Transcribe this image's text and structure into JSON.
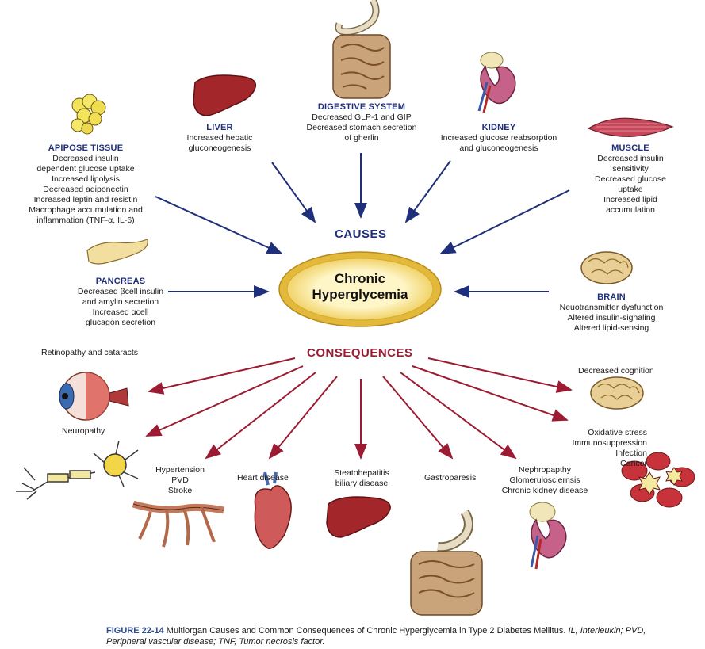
{
  "center": {
    "line1": "Chronic",
    "line2": "Hyperglycemia"
  },
  "causes_heading": "CAUSES",
  "consequences_heading": "CONSEQUENCES",
  "causes": {
    "adipose": {
      "title": "APIPOSE TISSUE",
      "lines": [
        "Decreased insulin",
        "dependent glucose uptake",
        "Increased lipolysis",
        "Decreased adiponectin",
        "Increased leptin and resistin",
        "Macrophage accumulation and",
        "inflammation (TNF-α, IL-6)"
      ]
    },
    "liver": {
      "title": "LIVER",
      "lines": [
        "Increased hepatic",
        "gluconeogenesis"
      ]
    },
    "digestive": {
      "title": "DIGESTIVE SYSTEM",
      "lines": [
        "Decreased GLP-1 and GIP",
        "Decreased stomach secretion",
        "of gherlin"
      ]
    },
    "kidney": {
      "title": "KIDNEY",
      "lines": [
        "Increased glucose reabsorption",
        "and gluconeogenesis"
      ]
    },
    "muscle": {
      "title": "MUSCLE",
      "lines": [
        "Decreased insulin",
        "sensitivity",
        "Decreased glucose",
        "uptake",
        "Increased lipid",
        "accumulation"
      ]
    },
    "pancreas": {
      "title": "PANCREAS",
      "lines": [
        "Decreased βcell insulin",
        "and amylin secretion",
        "Increased αcell",
        "glucagon secretion"
      ]
    },
    "brain": {
      "title": "BRAIN",
      "lines": [
        "Neuotransmitter dysfunction",
        "Altered insulin-signaling",
        "Altered lipid-sensing"
      ]
    }
  },
  "consequences": {
    "retinopathy": "Retinopathy and cataracts",
    "neuropathy": "Neuropathy",
    "hypertension": [
      "Hypertension",
      "PVD",
      "Stroke"
    ],
    "heart": "Heart disease",
    "steato": [
      "Steatohepatitis",
      "biliary disease"
    ],
    "gastro": "Gastroparesis",
    "nephro": [
      "Nephropapthy",
      "Glomerulosclernsis",
      "Chronic kidney disease"
    ],
    "oxidative": [
      "Oxidative stress",
      "Immunosuppression",
      "Infection",
      "Cancer"
    ],
    "cognition": "Decreased cognition"
  },
  "caption": {
    "figure": "FIGURE 22-14",
    "text": " Multiorgan Causes and Common Consequences of Chronic Hyperglycemia in Type 2 Diabetes Mellitus. ",
    "abbr": "IL, Interleukin; PVD, Peripheral vascular disease; TNF, Tumor necrosis factor."
  },
  "colors": {
    "cause_arrow": "#1f2f7a",
    "consequence_arrow": "#9c1b32",
    "ring_outer": "#e2b93a",
    "ring_inner": "#fff6c8"
  }
}
